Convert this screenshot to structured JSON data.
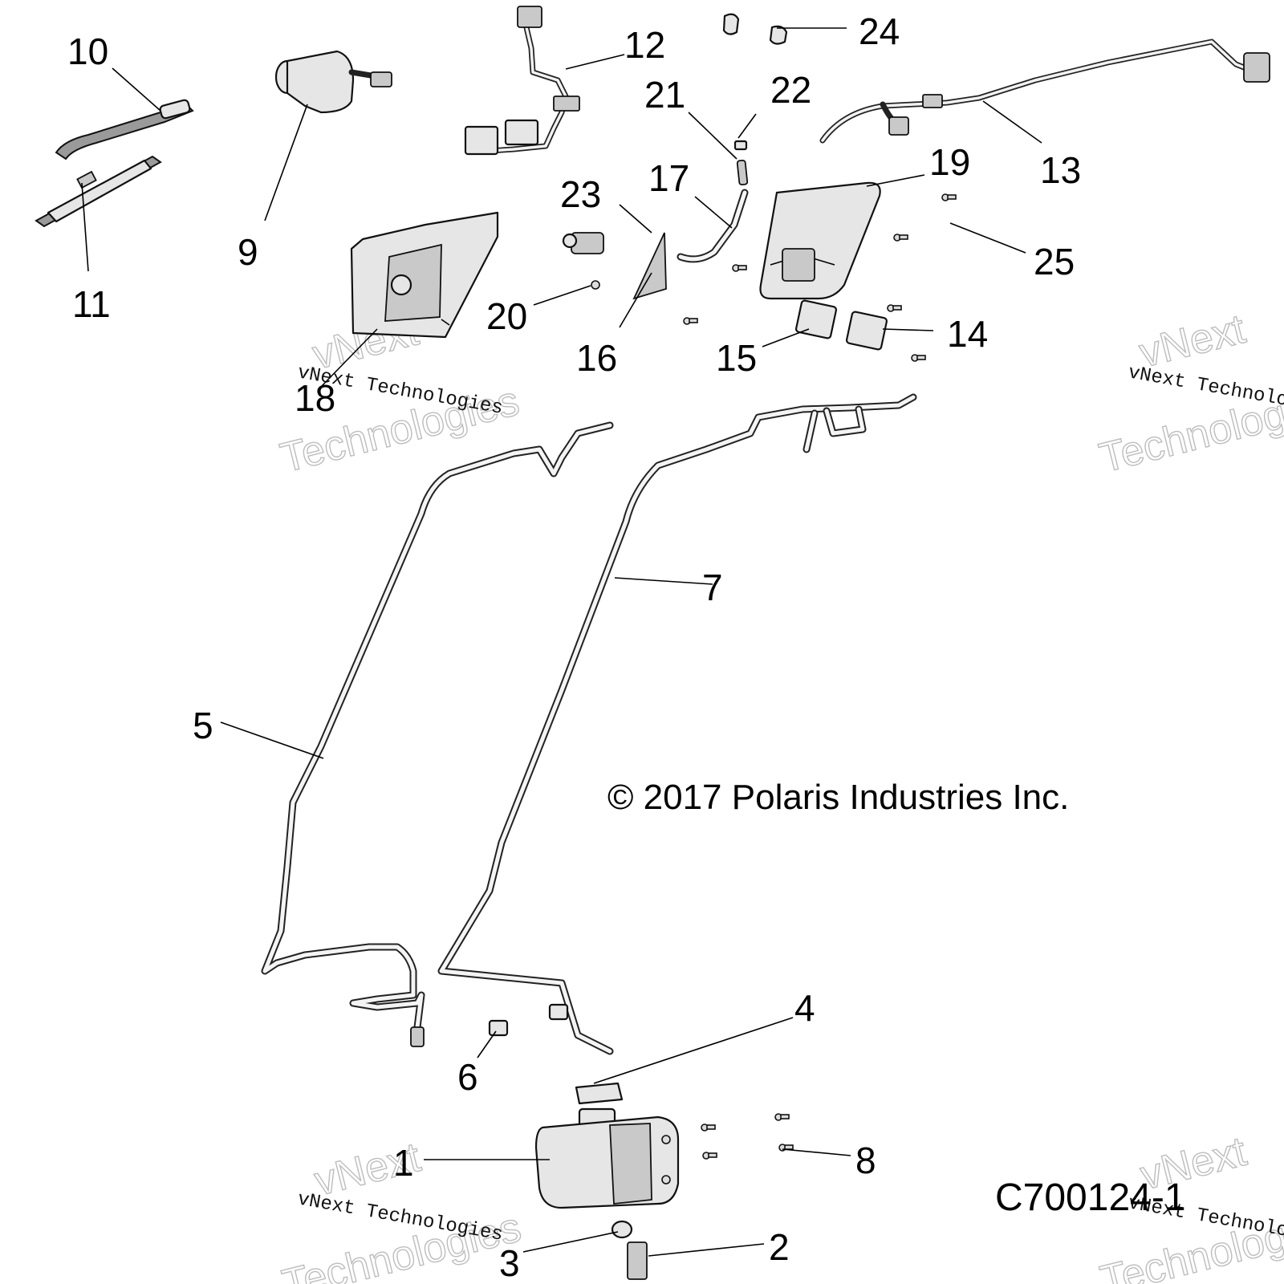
{
  "copyright": "© 2017 Polaris Industries Inc.",
  "diagram_code": "C700124-1",
  "watermark": {
    "brand": "vNext",
    "word": "Technologies",
    "full": "vNext Technologies"
  },
  "callouts": [
    "1",
    "2",
    "3",
    "4",
    "5",
    "6",
    "7",
    "8",
    "9",
    "10",
    "11",
    "12",
    "13",
    "14",
    "15",
    "16",
    "17",
    "18",
    "19",
    "20",
    "21",
    "22",
    "23",
    "24",
    "25"
  ]
}
